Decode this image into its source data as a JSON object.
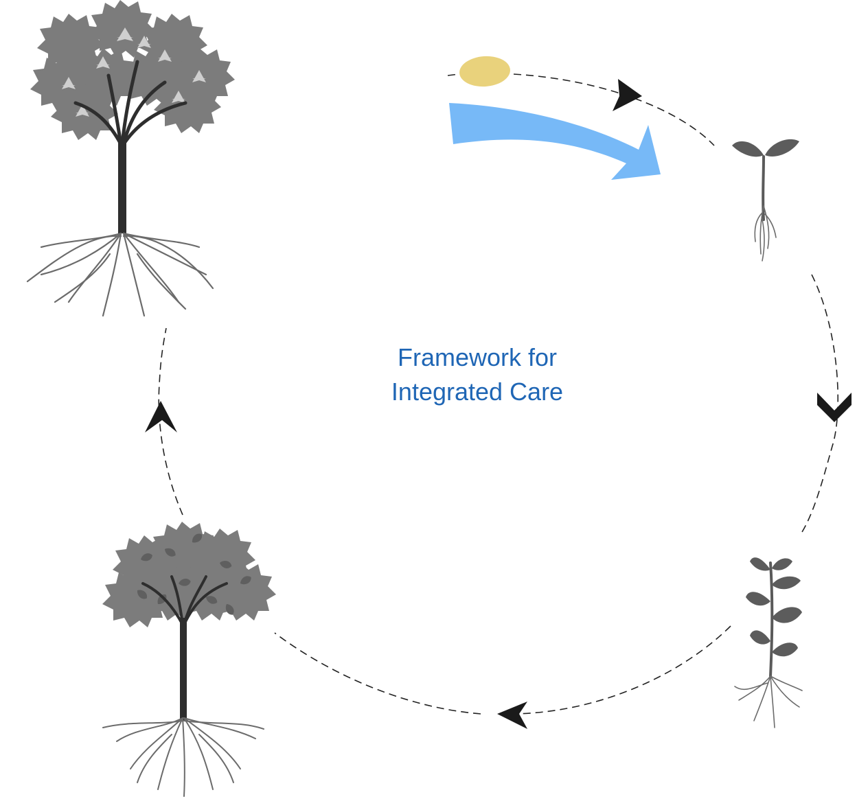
{
  "title": {
    "line1": "Framework for",
    "line2": "Integrated Care"
  },
  "stages": [
    {
      "name": "seed",
      "icon": "seed-icon"
    },
    {
      "name": "sprout",
      "icon": "sprout-icon"
    },
    {
      "name": "young-plant",
      "icon": "young-plant-icon"
    },
    {
      "name": "tree",
      "icon": "tree-icon"
    },
    {
      "name": "mature-tree",
      "icon": "flowering-tree-icon"
    }
  ],
  "colors": {
    "title": "#1f66b5",
    "highlight_arrow": "#77b9f7",
    "seed": "#e9d27c",
    "foliage": "#7c7c7c",
    "foliage_dark": "#5f5f5f",
    "flowers": "#cfcfcf",
    "chevrons": "#1a1a1a",
    "path": "#222222"
  }
}
